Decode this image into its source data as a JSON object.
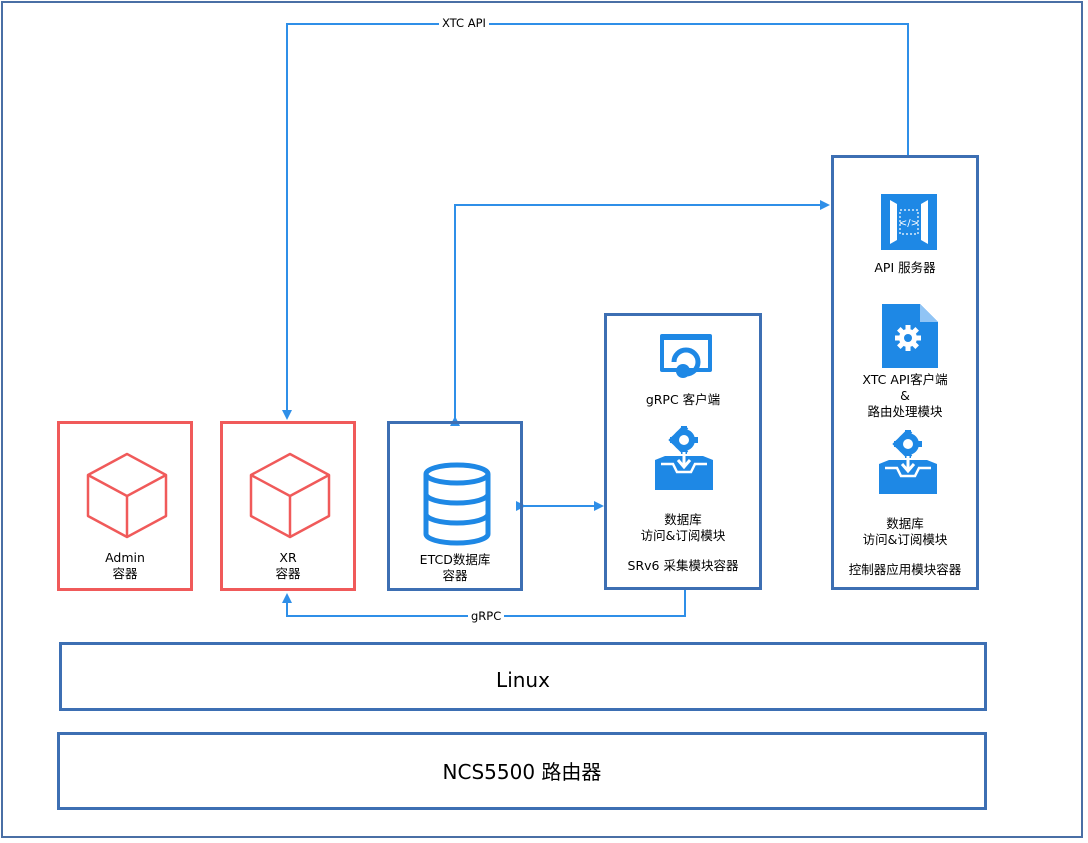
{
  "connections": {
    "top_label": "XTC API",
    "bottom_label": "gRPC"
  },
  "containers": {
    "admin": {
      "line1": "Admin",
      "line2": "容器",
      "icon": "cube-icon"
    },
    "xr": {
      "line1": "XR",
      "line2": "容器",
      "icon": "cube-icon"
    },
    "etcd": {
      "line1": "ETCD数据库",
      "line2": "容器",
      "icon": "database-icon"
    },
    "srv6": {
      "grpc_client": "gRPC 客户端",
      "db_line1": "数据库",
      "db_line2": "访问&订阅模块",
      "title": "SRv6 采集模块容器"
    },
    "controller": {
      "api_server": "API 服务器",
      "xtc_line1": "XTC API客户端",
      "xtc_line2": "&",
      "xtc_line3": "路由处理模块",
      "db_line1": "数据库",
      "db_line2": "访问&订阅模块",
      "title": "控制器应用模块容器"
    }
  },
  "layers": {
    "linux": "Linux",
    "router": "NCS5500 路由器"
  },
  "colors": {
    "red": "#f05a5a",
    "blue_border": "#3d6fb3",
    "wire": "#2f8fe8",
    "icon_blue": "#1e88e5"
  }
}
